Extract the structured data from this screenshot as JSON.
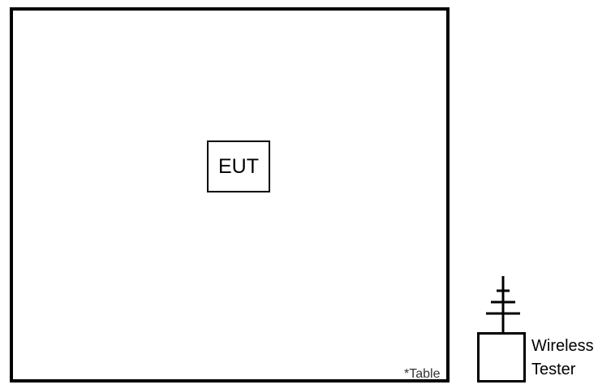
{
  "diagram": {
    "eut_label": "EUT",
    "table_label": "*Table",
    "tester_label_line1": "Wireless",
    "tester_label_line2": "Tester",
    "colors": {
      "line": "#000000",
      "background": "#ffffff"
    }
  }
}
